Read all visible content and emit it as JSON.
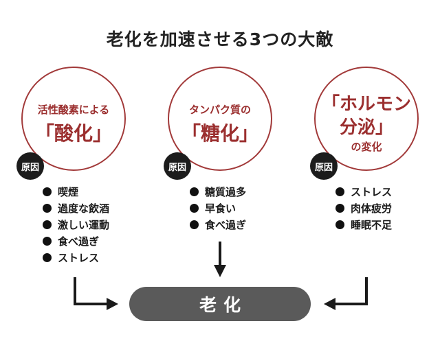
{
  "title": "老化を加速させる3つの大敵",
  "badge_label": "原因",
  "causes": [
    {
      "line1": "活性酸素による",
      "line2": "「酸化」",
      "items": [
        "喫煙",
        "過度な飲酒",
        "激しい運動",
        "食べ過ぎ",
        "ストレス"
      ]
    },
    {
      "line1": "タンパク質の",
      "line2": "「糖化」",
      "items": [
        "糖質過多",
        "早食い",
        "食べ過ぎ"
      ]
    },
    {
      "line1": "「ホルモン",
      "line2": "分泌」",
      "line3": "の変化",
      "items": [
        "ストレス",
        "肉体疲労",
        "睡眠不足"
      ]
    }
  ],
  "result": "老化",
  "colors": {
    "accent": "#a23a3a",
    "badge": "#1c1c1c",
    "pill": "#5a5a5a"
  }
}
